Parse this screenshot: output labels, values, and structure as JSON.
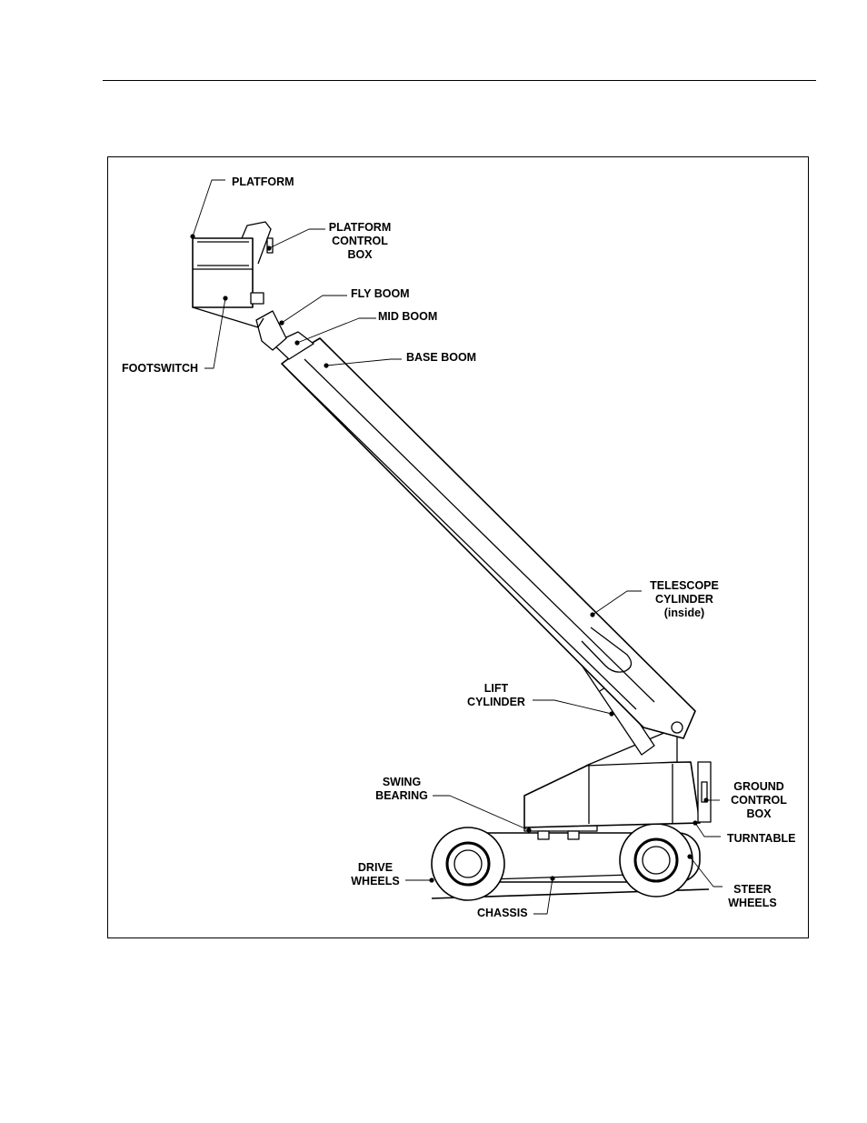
{
  "labels": {
    "platform": "PLATFORM",
    "platform_control_box": "PLATFORM\nCONTROL\nBOX",
    "fly_boom": "FLY BOOM",
    "mid_boom": "MID BOOM",
    "base_boom": "BASE BOOM",
    "footswitch": "FOOTSWITCH",
    "telescope_cylinder": "TELESCOPE\nCYLINDER\n(inside)",
    "lift_cylinder": "LIFT\nCYLINDER",
    "swing_bearing": "SWING\nBEARING",
    "ground_control_box": "GROUND\nCONTROL\nBOX",
    "turntable": "TURNTABLE",
    "drive_wheels": "DRIVE\nWHEELS",
    "steer_wheels": "STEER\nWHEELS",
    "chassis": "CHASSIS"
  }
}
